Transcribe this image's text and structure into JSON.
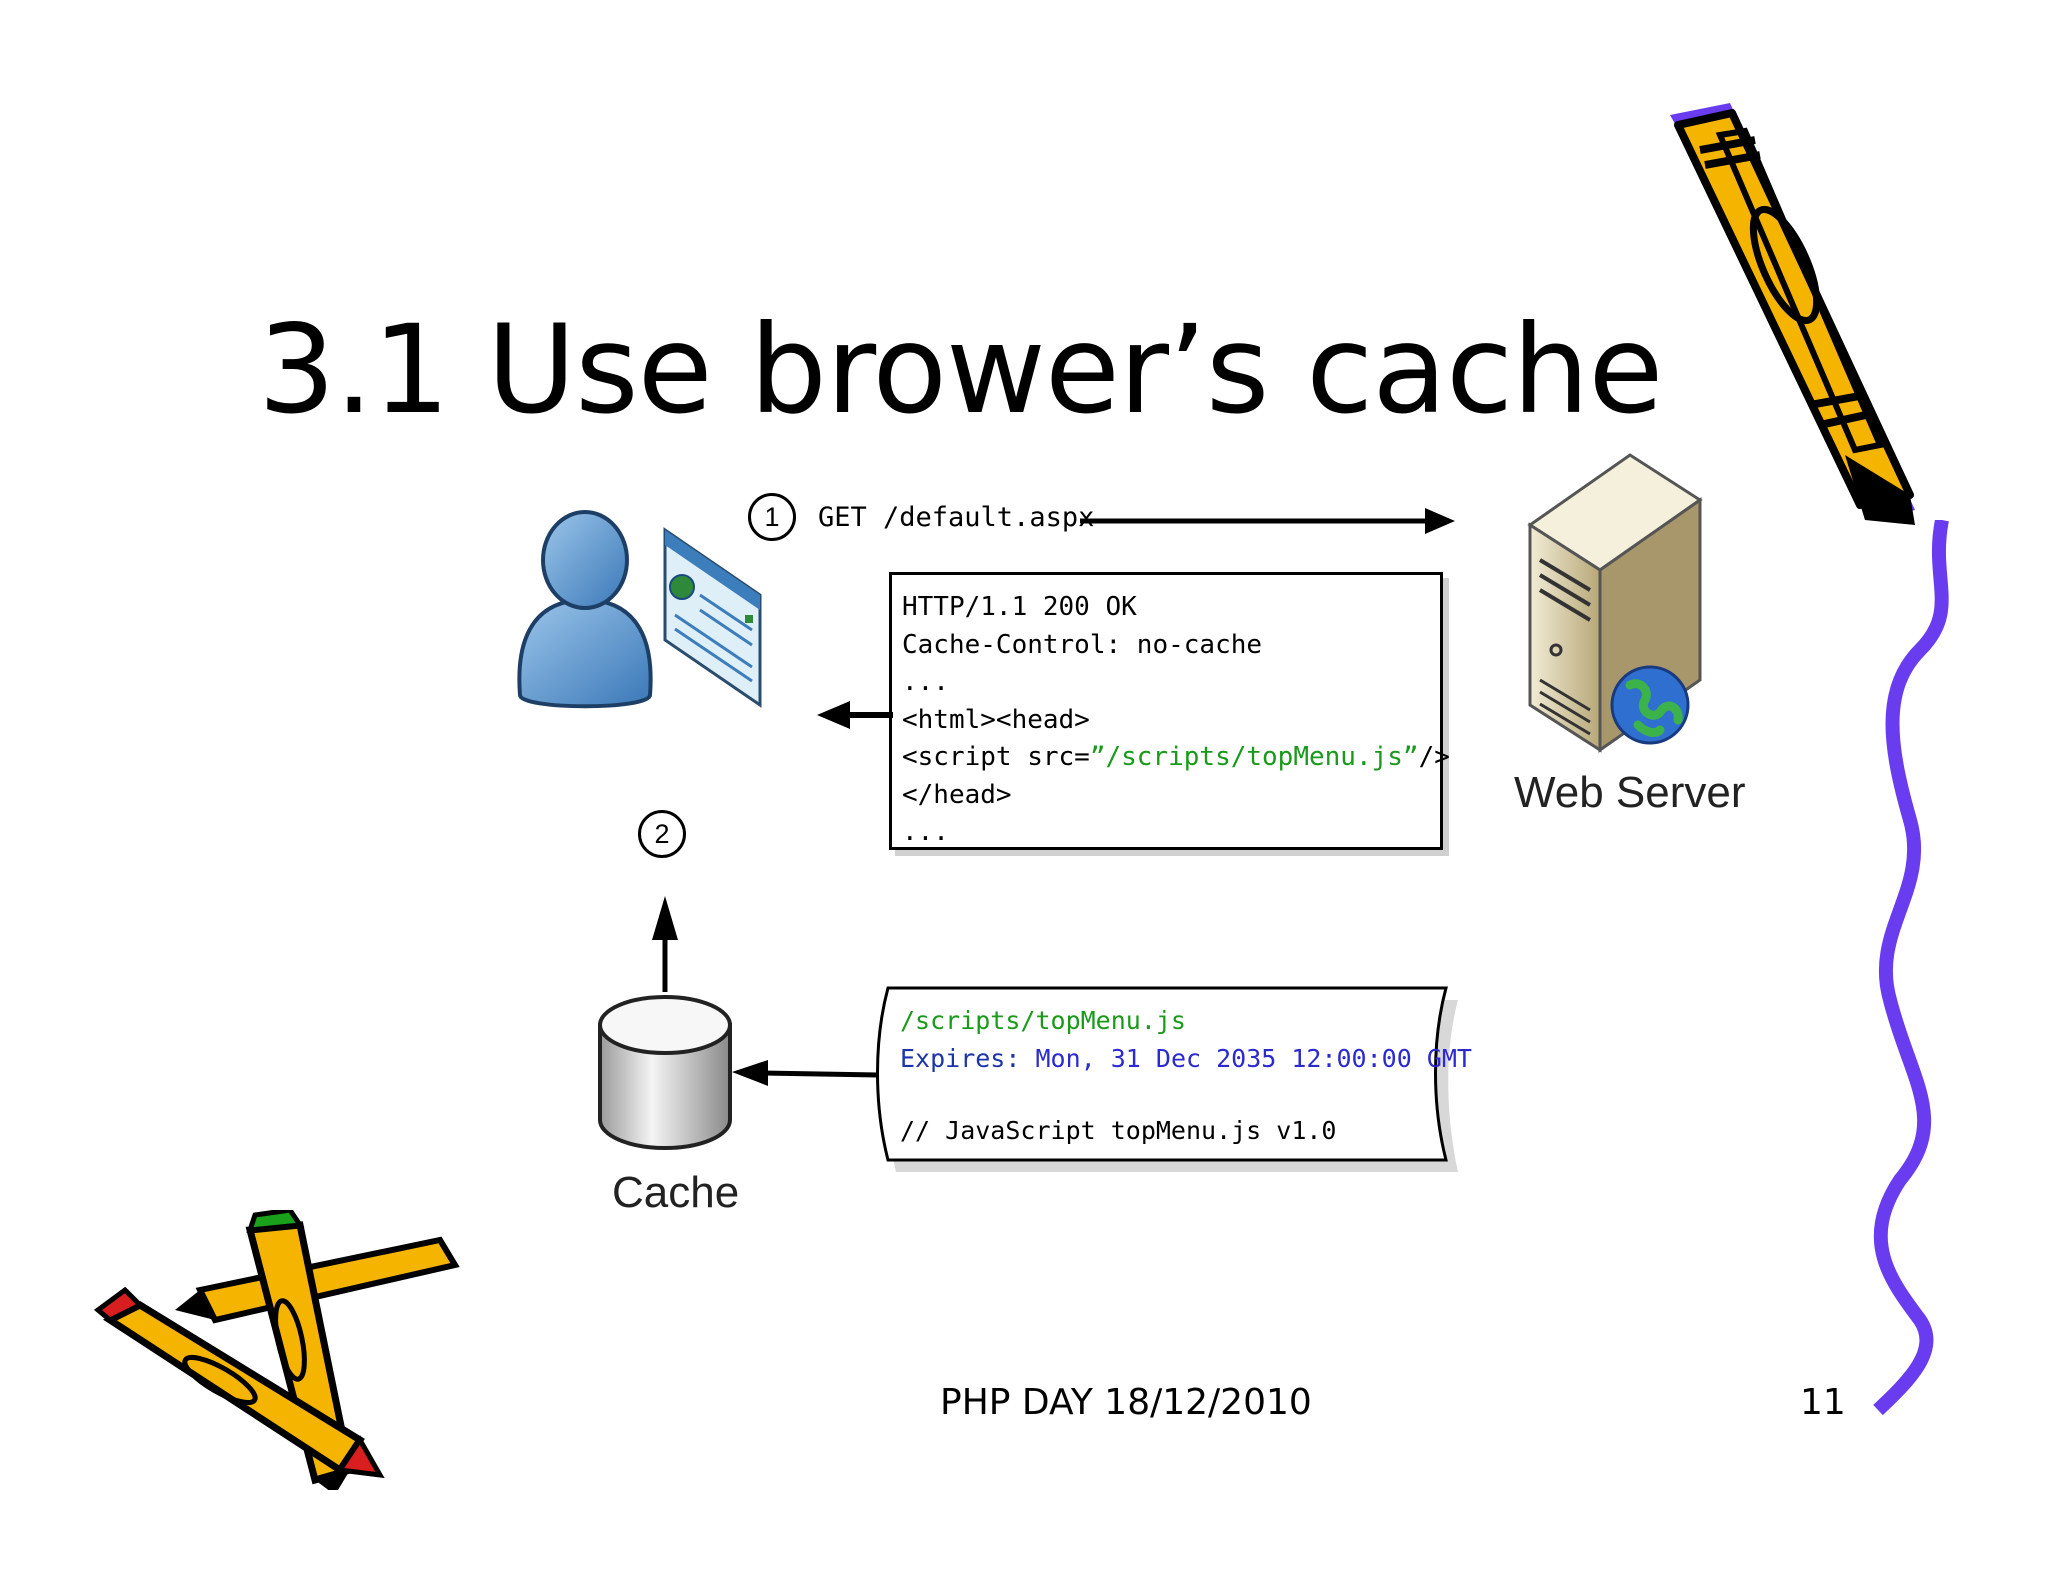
{
  "slide": {
    "title": "3.1 Use brower’s cache",
    "footer": "PHP DAY 18/12/2010",
    "page_number": "11"
  },
  "diagram": {
    "step1_number": "1",
    "step2_number": "2",
    "request": "GET /default.aspx",
    "response": {
      "status": "HTTP/1.1 200 OK",
      "cache_control": "Cache-Control: no-cache",
      "ellipsis1": "...",
      "html_head": "<html><head>",
      "script_open": "<script src=",
      "script_src": "”/scripts/topMenu.js”",
      "script_close": "/>",
      "head_close": "</head>",
      "ellipsis2": "..."
    },
    "cached_file": {
      "path": "/scripts/topMenu.js",
      "expires_label": "Expires:",
      "expires_value": "Mon, 31 Dec 2035 12:00:00 GMT",
      "comment": "// JavaScript topMenu.js v1.0"
    },
    "web_server_label": "Web Server",
    "cache_label": "Cache"
  },
  "colors": {
    "green_code": "#1a9a1a",
    "blue_code": "#2a2ad0",
    "pencil_yellow": "#f5b400",
    "squiggle_purple": "#6a3cf0"
  }
}
